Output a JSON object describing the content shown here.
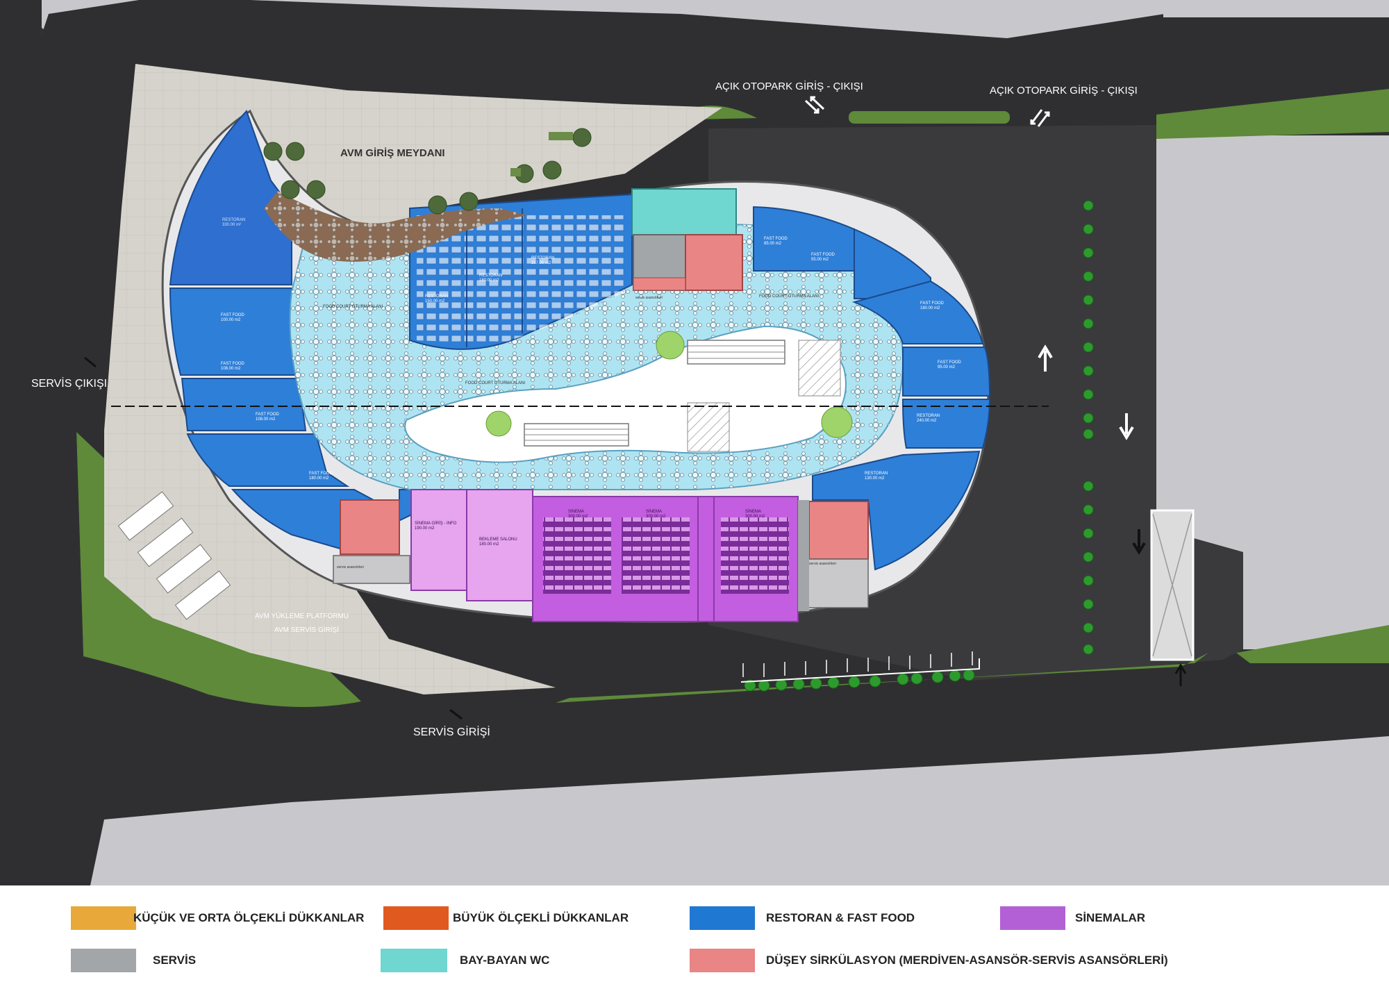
{
  "labels": {
    "plaza": "AVM GİRİŞ MEYDANI",
    "parking_entry_1": "AÇIK OTOPARK GİRİŞ - ÇIKIŞI",
    "parking_entry_2": "AÇIK OTOPARK GİRİŞ - ÇIKIŞI",
    "service_exit": "SERVİS ÇIKIŞI",
    "service_entry": "SERVİS GİRİŞİ",
    "loading_platform": "AVM YÜKLEME PLATFORMU",
    "service_entrance_small": "AVM SERVİS GİRİŞİ",
    "food_court_1": "FOOD COURT OTURMA ALANI",
    "food_court_2": "FOOD COURT OTURMA ALANI",
    "food_court_3": "FOOD COURT OTURMA ALANI",
    "service_elevator_1": "servis asansörleri",
    "service_elevator_2": "servis asansörleri",
    "service_elevator_3": "servis asansörleri"
  },
  "units": {
    "restoran_1": "RESTORAN\n330.00 m²",
    "fast_food_1": "FAST FOOD\n100.00 m2",
    "fast_food_2": "FAST FOOD\n108.00 m2",
    "fast_food_3": "FAST FOOD\n108.00 m2",
    "fast_food_4": "FAST FOOD\n180.00 m2",
    "restoran_2": "RESTORAN\n150.00 m2",
    "restoran_3": "RESTORAN\n180.00 m2",
    "restoran_4": "RESTORAN\n257.00 m2",
    "fast_food_5": "FAST FOOD\n85.00 m2",
    "fast_food_6": "FAST FOOD\n55.00 m2",
    "fast_food_7": "FAST FOOD\n180.00 m2",
    "fast_food_8": "FAST FOOD\n95.00 m2",
    "restoran_5": "RESTORAN\n240.00 m2",
    "restoran_6": "RESTORAN\n130.00 m2",
    "cinema_foyer": "SİNEMA GİRİŞ - INFO\n190.00 m2",
    "waiting_hall": "BEKLEME SALONU\n180.00 m2",
    "cinema_1": "SİNEMA\n300.00 m2",
    "cinema_2": "SİNEMA\n300.00 m2",
    "cinema_3": "SİNEMA\n300.00 m2"
  },
  "legend": [
    {
      "label": "KÜÇÜK VE ORTA ÖLÇEKLİ DÜKKANLAR",
      "color": "#e8a93a"
    },
    {
      "label": "BÜYÜK ÖLÇEKLİ DÜKKANLAR",
      "color": "#e05a20"
    },
    {
      "label": "RESTORAN & FAST FOOD",
      "color": "#1f78d1"
    },
    {
      "label": "SİNEMALAR",
      "color": "#b360d6"
    },
    {
      "label": "SERVİS",
      "color": "#a3a6a9"
    },
    {
      "label": "BAY-BAYAN WC",
      "color": "#6fd6d0"
    },
    {
      "label": "DÜŞEY SİRKÜLASYON  (MERDİVEN-ASANSÖR-SERVİS ASANSÖRLERİ)",
      "color": "#e98585"
    }
  ],
  "colors": {
    "road": "#2c2c2e",
    "parking": "#3b3b3d",
    "grass": "#5e8a3a",
    "plaza": "#d6d3cc",
    "lot": "#c8c8cc",
    "restaurant": "#2e7fd8",
    "food_court": "#aee4f2",
    "cinema": "#c35ee0",
    "cinema_light": "#e6a5ee",
    "wc": "#6fd6d0",
    "stairs": "#e98585",
    "service": "#a3a6a9"
  }
}
